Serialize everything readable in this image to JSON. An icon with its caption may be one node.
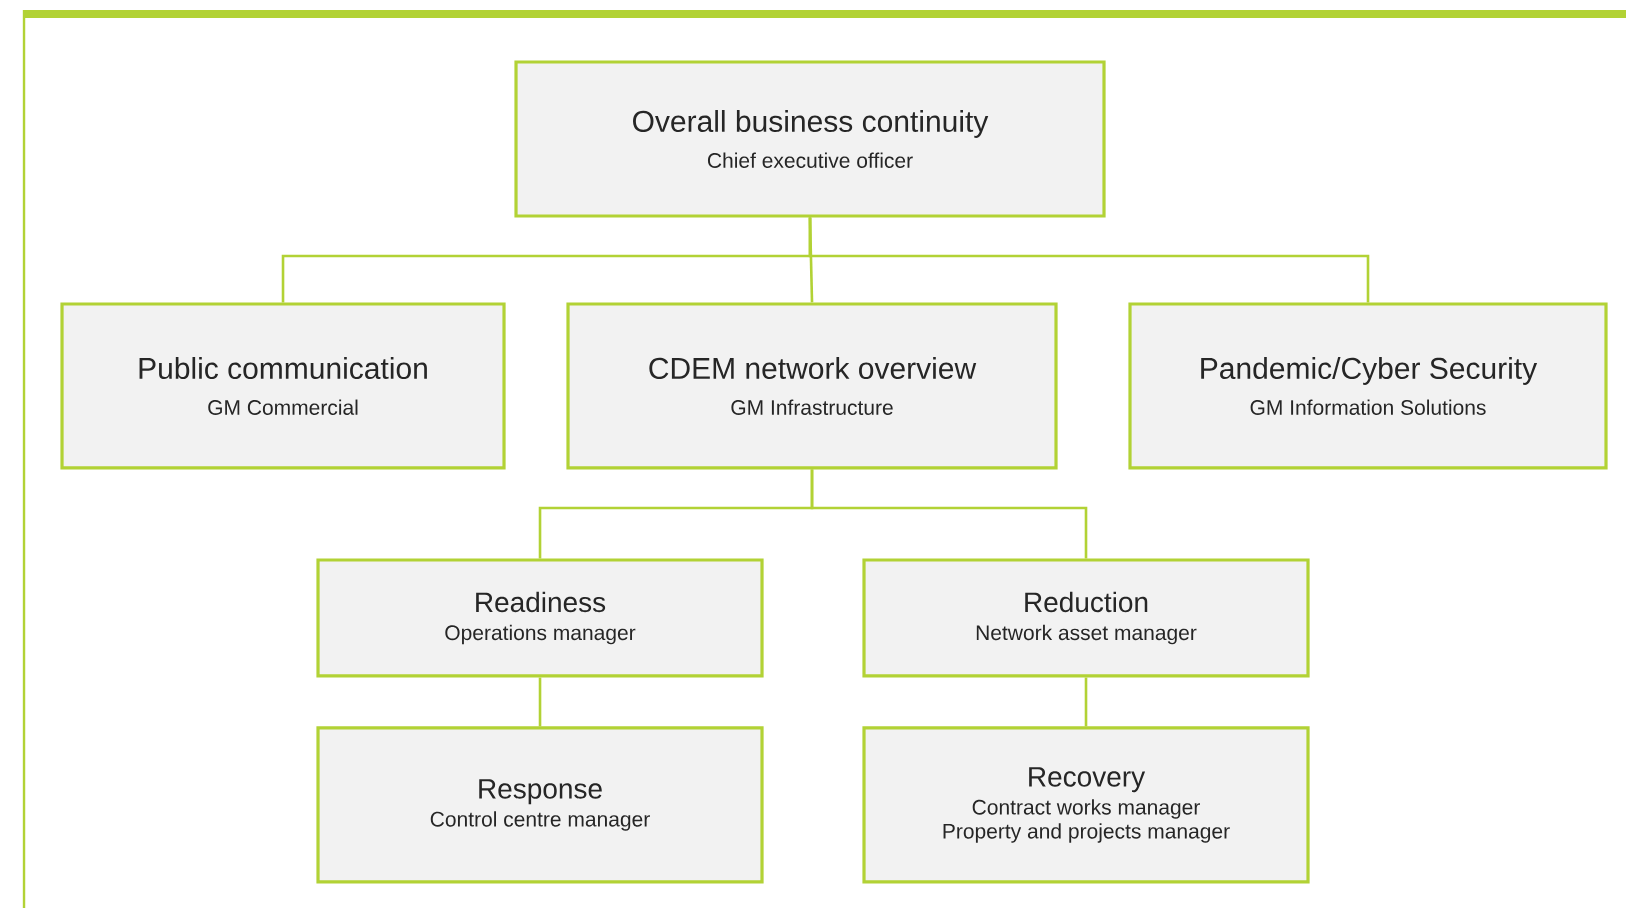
{
  "diagram": {
    "nodes": [
      {
        "text": [
          "Overall business continuity",
          "Chief executive officer"
        ]
      },
      {
        "text": [
          "Public communication",
          "GM Commercial"
        ]
      },
      {
        "text": [
          "CDEM network overview",
          "GM Infrastructure"
        ]
      },
      {
        "text": [
          "Pandemic/Cyber Security",
          "GM Information Solutions"
        ]
      },
      {
        "text": [
          "Readiness",
          "Operations manager"
        ]
      },
      {
        "text": [
          "Reduction",
          "Network asset manager"
        ]
      },
      {
        "text": [
          "Response",
          "Control centre manager"
        ]
      },
      {
        "text": [
          "Recovery",
          "Contract works manager",
          "Property and projects manager"
        ]
      }
    ],
    "edges": [
      {
        "from": 0,
        "to": 1,
        "arrow": "none"
      },
      {
        "from": 0,
        "to": 2,
        "arrow": "none"
      },
      {
        "from": 0,
        "to": 3,
        "arrow": "none"
      },
      {
        "from": 2,
        "to": 4,
        "arrow": "none"
      },
      {
        "from": 2,
        "to": 5,
        "arrow": "none"
      },
      {
        "from": 4,
        "to": 6,
        "arrow": "none"
      },
      {
        "from": 5,
        "to": 7,
        "arrow": "none"
      }
    ]
  }
}
